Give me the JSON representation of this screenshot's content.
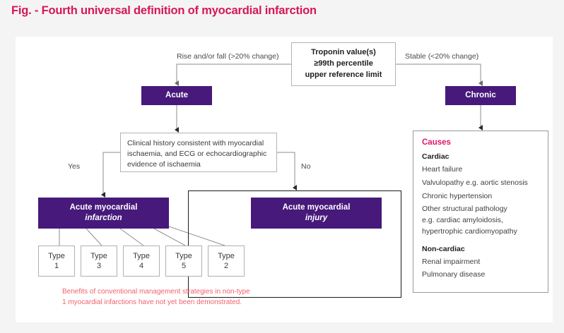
{
  "title": "Fig. - Fourth universal definition of myocardial infarction",
  "colors": {
    "title": "#d6165a",
    "purple": "#46197b",
    "causes_heading": "#e0156b",
    "footnote": "#f1616b",
    "panel_bg": "#ffffff",
    "page_bg": "#f4f4f4"
  },
  "nodes": {
    "troponin": {
      "line1": "Troponin value(s)",
      "line2": "≥99th percentile",
      "line3": "upper reference limit"
    },
    "acute": "Acute",
    "chronic": "Chronic",
    "clinical_history": "Clinical history consistent with myocardial ischaemia, and ECG or echocardiographic evidence of ischaemia",
    "ami_infarction": {
      "line1": "Acute myocardial",
      "line2": "infarction"
    },
    "ami_injury": {
      "line1": "Acute myocardial",
      "line2": "injury"
    }
  },
  "edge_labels": {
    "rise_fall": "Rise and/or fall (>20% change)",
    "stable": "Stable (<20% change)",
    "yes": "Yes",
    "no": "No"
  },
  "type_boxes": [
    {
      "label": "Type",
      "number": "1"
    },
    {
      "label": "Type",
      "number": "3"
    },
    {
      "label": "Type",
      "number": "4"
    },
    {
      "label": "Type",
      "number": "5"
    },
    {
      "label": "Type",
      "number": "2"
    }
  ],
  "causes": {
    "heading": "Causes",
    "groups": [
      {
        "title": "Cardiac",
        "items": [
          "Heart failure",
          "Valvulopathy e.g. aortic stenosis",
          "Chronic hypertension",
          "Other structural pathology",
          "e.g. cardiac amyloidosis,",
          "hypertrophic cardiomyopathy"
        ]
      },
      {
        "title": "Non-cardiac",
        "items": [
          "Renal impairment",
          "Pulmonary disease"
        ]
      }
    ]
  },
  "footnote": "Benefits of conventional management strategies in non-type 1 myocardial infarctions have not yet been demonstrated."
}
